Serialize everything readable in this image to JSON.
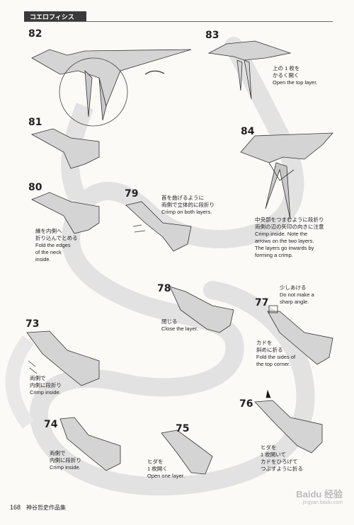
{
  "header": {
    "title": "コエロフィシス"
  },
  "steps": {
    "s73": "73",
    "s74": "74",
    "s75": "75",
    "s76": "76",
    "s77": "77",
    "s78": "78",
    "s79": "79",
    "s80": "80",
    "s81": "81",
    "s82": "82",
    "s83": "83",
    "s84": "84"
  },
  "notes": {
    "n83": [
      "上の 1 枚を",
      "かるく開く",
      "Open the top layer."
    ],
    "n84": [
      "中央部をつまむように段折り",
      "両側の辺の矢印の向きに注意",
      "Crimp inside. Note the",
      "arrows on the two layers.",
      "The layers go inwards by",
      "forming a crimp."
    ],
    "n79": [
      "首を曲げるように",
      "両側で立体的に段折り",
      "Crimp on both layers."
    ],
    "n80": [
      "縁を内側へ",
      "折り込んでとめる",
      "Fold the edges",
      "of the neck",
      "inside."
    ],
    "n77a": [
      "少しあける",
      "Do not make a",
      "sharp angle."
    ],
    "n77b": [
      "カドを",
      "斜めに折る",
      "Fold the sides of",
      "the top corner."
    ],
    "n78": [
      "閉じる",
      "Close the layer."
    ],
    "n73": [
      "両側で",
      "内側に段折り",
      "Crimp inside."
    ],
    "n74": [
      "両側で",
      "内側に段折り",
      "Crimp inside."
    ],
    "n75": [
      "ヒダを",
      "1 枚開く",
      "Open one layer."
    ],
    "n76": [
      "ヒダを",
      "1 枚開いて",
      "カドをひろげて",
      "つぶすように折る"
    ]
  },
  "footer": {
    "page_number": "168",
    "book_title": "神谷哲史作品集"
  },
  "watermark": {
    "brand": "Baidu 经验",
    "url": "jingyan.baidu.com"
  },
  "colors": {
    "paper_fold": "#d4d4d4",
    "path_band": "#e2e2e2",
    "line": "#333333"
  }
}
